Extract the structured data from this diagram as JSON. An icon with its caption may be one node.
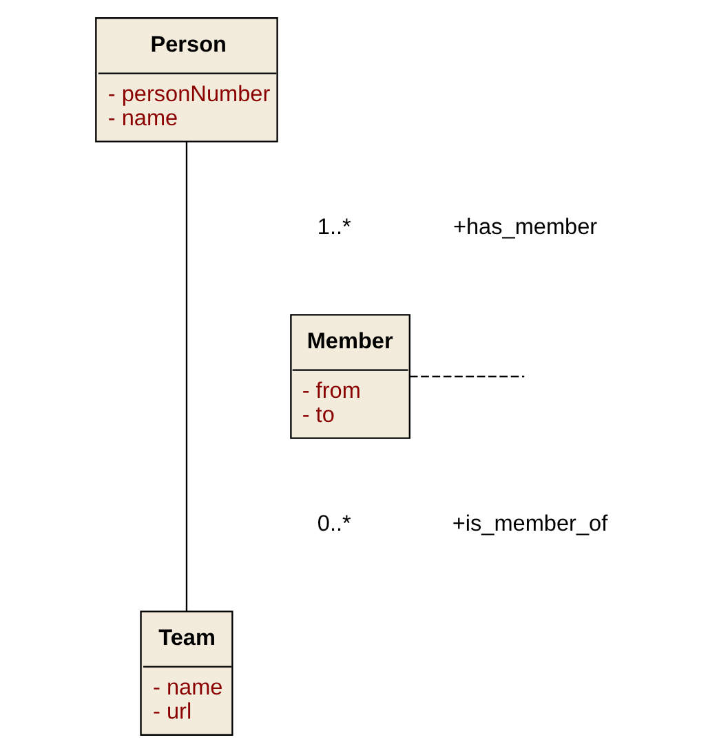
{
  "diagram": {
    "nodes": [
      {
        "text": [
          "Person",
          "- personNumber",
          "- name"
        ]
      },
      {
        "text": [
          "Member",
          "- from",
          "- to"
        ]
      },
      {
        "text": [
          "Team",
          "- name",
          "- url"
        ]
      }
    ],
    "edges": [
      {
        "from": 0,
        "to": 2,
        "arrow": "none"
      },
      {
        "from": 1,
        "to": null,
        "arrow": "none",
        "style": "dashed"
      }
    ],
    "labels": [
      "+has_member",
      "1..*",
      "+is_member_of",
      "0..*"
    ]
  }
}
